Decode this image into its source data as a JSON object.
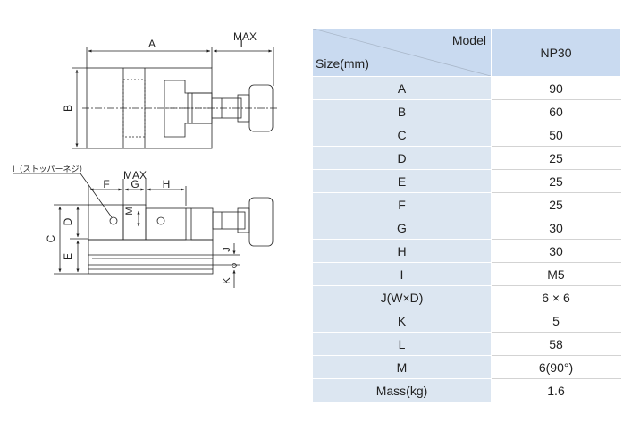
{
  "drawing": {
    "top_view": {
      "dim_a": "A",
      "dim_l": "L",
      "dim_max": "MAX",
      "dim_b": "B"
    },
    "side_view": {
      "callout": "I（ストッパーネジ）",
      "dim_f": "F",
      "dim_g": "G",
      "dim_h": "H",
      "dim_max": "MAX",
      "dim_m": "M",
      "dim_d": "D",
      "dim_c": "C",
      "dim_e": "E",
      "dim_j": "J",
      "dim_k": "K"
    }
  },
  "table": {
    "header": {
      "model_label": "Model",
      "size_label": "Size(mm)",
      "model_value": "NP30"
    },
    "rows": [
      {
        "label": "A",
        "value": "90"
      },
      {
        "label": "B",
        "value": "60"
      },
      {
        "label": "C",
        "value": "50"
      },
      {
        "label": "D",
        "value": "25"
      },
      {
        "label": "E",
        "value": "25"
      },
      {
        "label": "F",
        "value": "25"
      },
      {
        "label": "G",
        "value": "30"
      },
      {
        "label": "H",
        "value": "30"
      },
      {
        "label": "I",
        "value": "M5"
      },
      {
        "label": "J(W×D)",
        "value": "6 × 6"
      },
      {
        "label": "K",
        "value": "5"
      },
      {
        "label": "L",
        "value": "58"
      },
      {
        "label": "M",
        "value": "6(90°)"
      },
      {
        "label": "Mass(kg)",
        "value": "1.6"
      }
    ]
  }
}
